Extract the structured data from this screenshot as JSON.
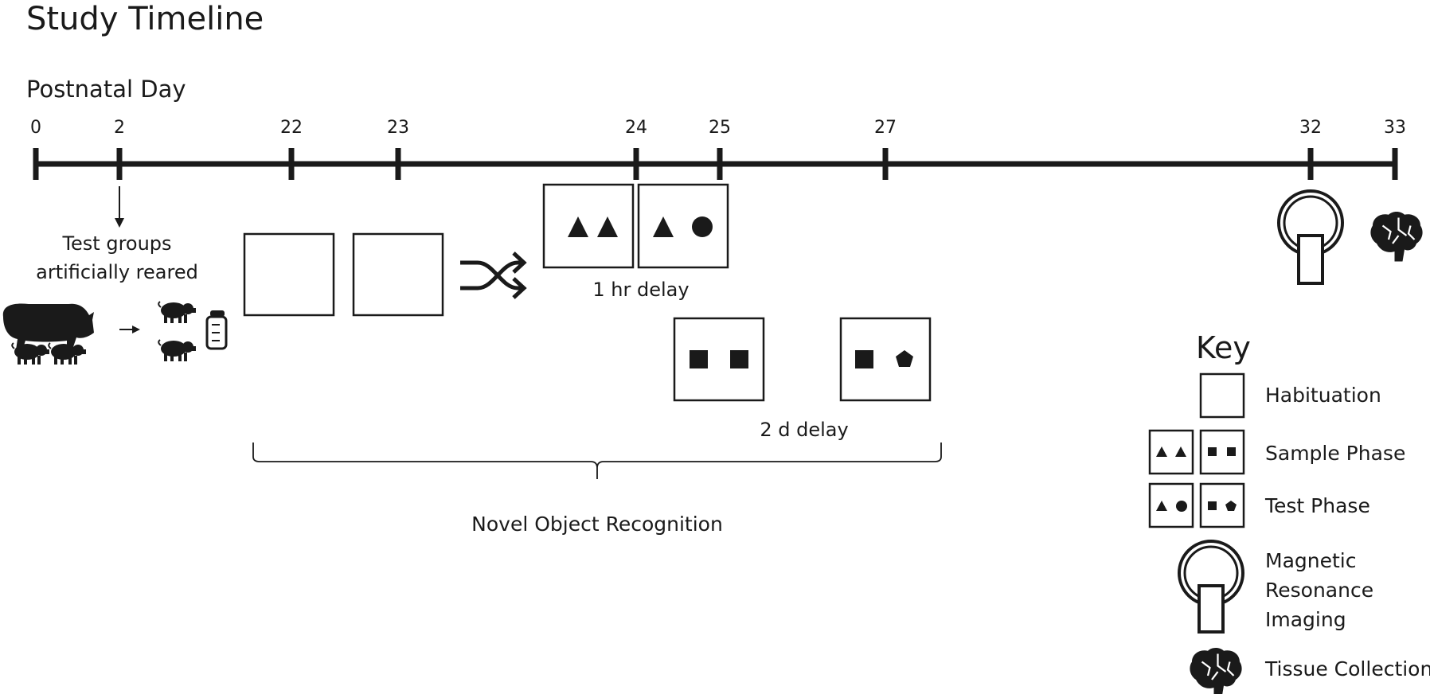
{
  "title": "Study Timeline",
  "axis_title": "Postnatal Day",
  "ticks": [
    "0",
    "2",
    "22",
    "23",
    "24",
    "25",
    "27",
    "32",
    "33"
  ],
  "rearing_note": "Test groups artificially reared",
  "delay_short": "1 hr delay",
  "delay_long": "2 d delay",
  "task_label": "Novel Object Recognition",
  "key": {
    "heading": "Key",
    "habituation": "Habituation",
    "sample": "Sample Phase",
    "test": "Test Phase",
    "mri": "Magnetic Resonance Imaging",
    "tissue": "Tissue Collection"
  },
  "colors": {
    "ink": "#1a1a1a",
    "background": "#ffffff"
  }
}
